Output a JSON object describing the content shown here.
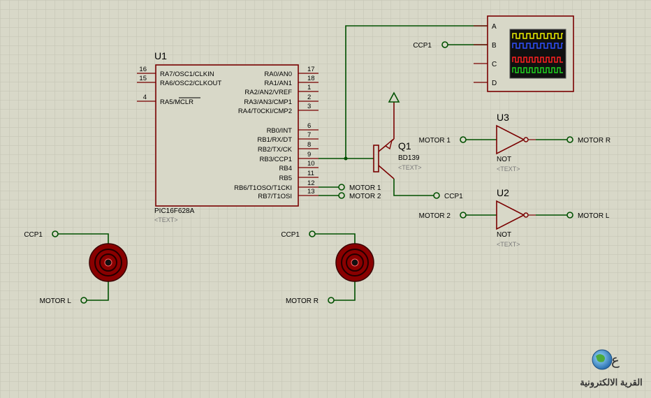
{
  "microcontroller": {
    "ref": "U1",
    "part": "PIC16F628A",
    "text_placeholder": "<TEXT>",
    "left_pins": [
      {
        "num": "16",
        "name": "RA7/OSC1/CLKIN"
      },
      {
        "num": "15",
        "name": "RA6/OSC2/CLKOUT"
      },
      {
        "num": "4",
        "name": "RA5/MCLR"
      }
    ],
    "right_pins": [
      {
        "num": "17",
        "name": "RA0/AN0"
      },
      {
        "num": "18",
        "name": "RA1/AN1"
      },
      {
        "num": "1",
        "name": "RA2/AN2/VREF"
      },
      {
        "num": "2",
        "name": "RA3/AN3/CMP1"
      },
      {
        "num": "3",
        "name": "RA4/T0CKI/CMP2"
      },
      {
        "num": "6",
        "name": "RB0/INT"
      },
      {
        "num": "7",
        "name": "RB1/RX/DT"
      },
      {
        "num": "8",
        "name": "RB2/TX/CK"
      },
      {
        "num": "9",
        "name": "RB3/CCP1"
      },
      {
        "num": "10",
        "name": "RB4"
      },
      {
        "num": "11",
        "name": "RB5"
      },
      {
        "num": "12",
        "name": "RB6/T1OSO/T1CKI"
      },
      {
        "num": "13",
        "name": "RB7/T1OSI"
      }
    ]
  },
  "transistor": {
    "ref": "Q1",
    "part": "BD139",
    "text_placeholder": "<TEXT>"
  },
  "gate_u3": {
    "ref": "U3",
    "type": "NOT",
    "text_placeholder": "<TEXT>",
    "input": "MOTOR 1",
    "output": "MOTOR R"
  },
  "gate_u2": {
    "ref": "U2",
    "type": "NOT",
    "text_placeholder": "<TEXT>",
    "input": "MOTOR 2",
    "output": "MOTOR L"
  },
  "oscilloscope": {
    "channels": [
      "A",
      "B",
      "C",
      "D"
    ],
    "trace_colors": [
      "#f0f000",
      "#3050ff",
      "#ff2020",
      "#20d020"
    ]
  },
  "terminals": {
    "ccp1_scope": "CCP1",
    "rb6": "MOTOR 1",
    "rb7": "MOTOR 2",
    "q1_emitter": "CCP1"
  },
  "motor_left": {
    "top": "CCP1",
    "bottom": "MOTOR L"
  },
  "motor_right": {
    "top": "CCP1",
    "bottom": "MOTOR R"
  },
  "logo": {
    "text": "القرية الالكترونية"
  },
  "colors": {
    "background": "#d8d8c8",
    "grid": "#c2c2b2",
    "wire": "#005000",
    "component": "#7a0000",
    "component_fill": "#d8d8c8"
  }
}
